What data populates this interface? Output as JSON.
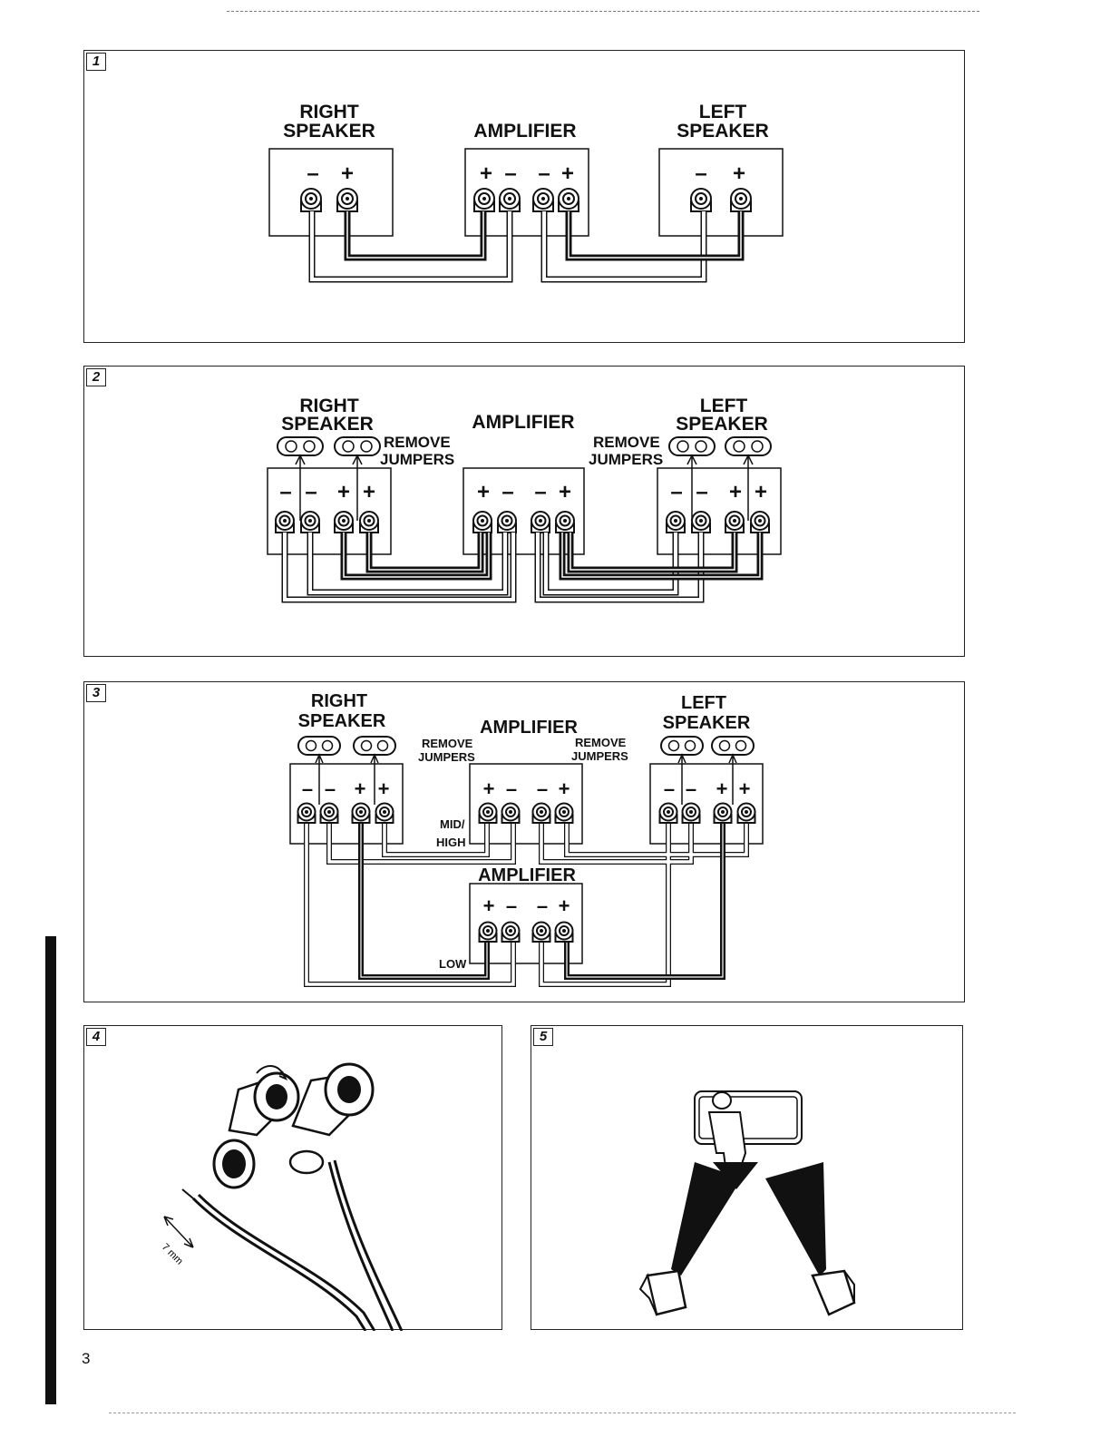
{
  "page_number": "3",
  "panel1": {
    "num": "1",
    "right": "RIGHT",
    "speaker": "SPEAKER",
    "amp": "AMPLIFIER",
    "left": "LEFT",
    "minus": "–",
    "plus": "+"
  },
  "panel2": {
    "num": "2",
    "right": "RIGHT",
    "speaker": "SPEAKER",
    "amp": "AMPLIFIER",
    "left": "LEFT",
    "remove": "REMOVE",
    "jumpers": "JUMPERS",
    "minus": "–",
    "plus": "+"
  },
  "panel3": {
    "num": "3",
    "right": "RIGHT",
    "speaker": "SPEAKER",
    "amp": "AMPLIFIER",
    "left": "LEFT",
    "remove": "REMOVE",
    "jumpers": "JUMPERS",
    "mid": "MID/",
    "high": "HIGH",
    "low": "LOW",
    "minus": "–",
    "plus": "+"
  },
  "panel4": {
    "num": "4",
    "measure": "7 mm"
  },
  "panel5": {
    "num": "5"
  }
}
